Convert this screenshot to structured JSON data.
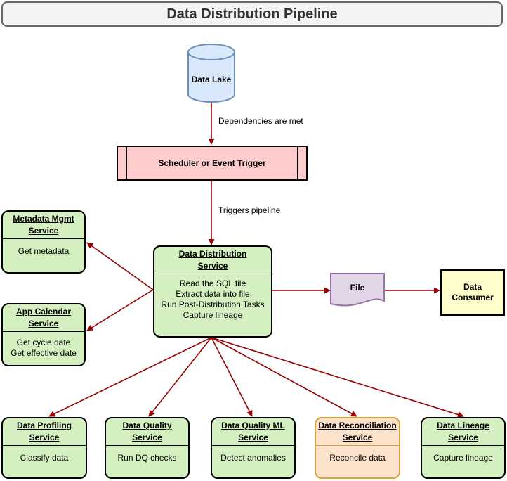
{
  "title": "Data Distribution Pipeline",
  "data_lake": "Data Lake",
  "edge_labels": {
    "dependencies": "Dependencies are met",
    "triggers": "Triggers pipeline"
  },
  "trigger": "Scheduler or Event Trigger",
  "main_service": {
    "name_line1": "Data Distribution",
    "name_line2": "Service",
    "tasks": [
      "Read the SQL file",
      "Extract data into file",
      "Run Post-Distribution Tasks",
      "Capture lineage"
    ]
  },
  "metadata_service": {
    "name_line1": "Metadata Mgmt",
    "name_line2": "Service",
    "tasks": [
      "Get metadata"
    ]
  },
  "calendar_service": {
    "name_line1": "App Calendar",
    "name_line2": "Service",
    "tasks": [
      "Get cycle date",
      "Get effective date"
    ]
  },
  "file": "File",
  "consumer": {
    "line1": "Data",
    "line2": "Consumer"
  },
  "bottom_services": [
    {
      "name": "Data Profiling",
      "sub": "Service",
      "task": "Classify data"
    },
    {
      "name": "Data Quality",
      "sub": "Service",
      "task": "Run DQ checks"
    },
    {
      "name": "Data Quality ML",
      "sub": "Service",
      "task": "Detect anomalies"
    },
    {
      "name": "Data Reconciliation",
      "sub": "Service",
      "task": "Reconcile data"
    },
    {
      "name": "Data Lineage",
      "sub": "Service",
      "task": "Capture lineage"
    }
  ],
  "colors": {
    "arrow": "#990000",
    "service_fill": "#d5f0c0",
    "trigger_fill": "#ffcccc",
    "file_fill": "#e1d5e7",
    "consumer_fill": "#ffffcc",
    "database_fill": "#dae8fc",
    "reconciliation_fill": "#fde2cc"
  }
}
